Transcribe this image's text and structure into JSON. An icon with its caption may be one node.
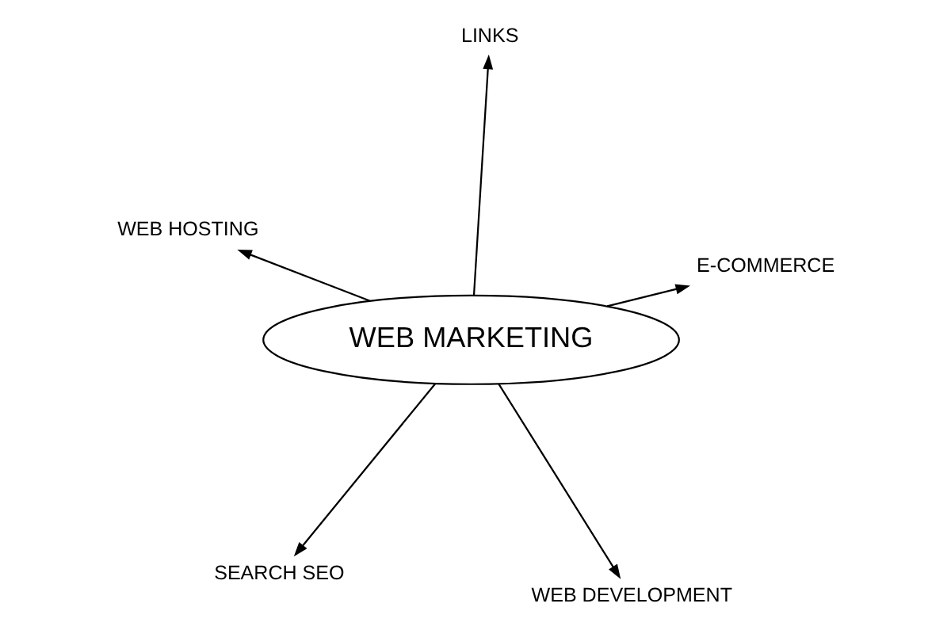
{
  "diagram": {
    "nodes": [
      {
        "text": [
          "WEB MARKETING"
        ]
      },
      {
        "text": [
          "WEB DEVELOPMENT"
        ]
      },
      {
        "text": [
          "E-COMMERCE"
        ]
      },
      {
        "text": [
          "WEB HOSTING"
        ]
      },
      {
        "text": [
          "LINKS"
        ]
      },
      {
        "text": [
          "SEARCH SEO"
        ]
      }
    ],
    "edges": [
      {
        "from": 0,
        "to": 1,
        "arrow": "to"
      },
      {
        "from": 0,
        "to": 2,
        "arrow": "to"
      },
      {
        "from": 0,
        "to": 3,
        "arrow": "to"
      },
      {
        "from": 0,
        "to": 4,
        "arrow": "to"
      },
      {
        "from": 0,
        "to": 5,
        "arrow": "to"
      }
    ]
  }
}
